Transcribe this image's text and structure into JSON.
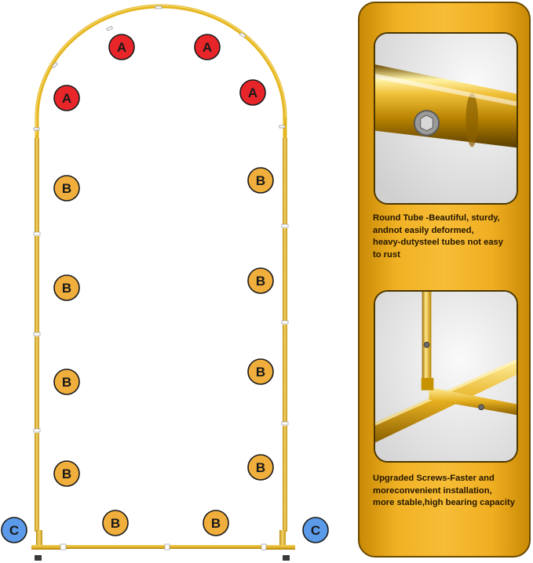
{
  "palette": {
    "frame_gold": "#e5b620",
    "frame_gold_dark": "#b48410",
    "badge_a": "#e8262a",
    "badge_b": "#f0ae3c",
    "badge_c": "#5b9ae8",
    "badge_outline": "#1a1a1a",
    "panel_gold": "#f5b82e"
  },
  "markers": {
    "a_label": "A",
    "b_label": "B",
    "c_label": "C",
    "a_count": 4,
    "b_count": 10,
    "c_count": 2
  },
  "features": [
    {
      "name": "round-tube",
      "caption": "Round Tube -Beautiful, sturdy,\nandnot easily deformed,\nheavy-dutysteel tubes not easy\nto rust"
    },
    {
      "name": "upgraded-screws",
      "caption": "Upgraded Screws-Faster and\nmoreconvenient installation,\nmore stable,high bearing capacity"
    }
  ]
}
